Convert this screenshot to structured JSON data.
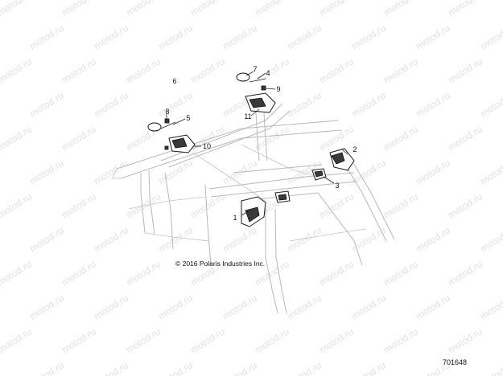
{
  "watermark": {
    "text": "motod.ru",
    "color": "#c9c9c9"
  },
  "callouts": [
    {
      "id": "1",
      "label": "1"
    },
    {
      "id": "2",
      "label": "2"
    },
    {
      "id": "3",
      "label": "3"
    },
    {
      "id": "4",
      "label": "4"
    },
    {
      "id": "5",
      "label": "5"
    },
    {
      "id": "6",
      "label": "6"
    },
    {
      "id": "7",
      "label": "7"
    },
    {
      "id": "8",
      "label": "8"
    },
    {
      "id": "9",
      "label": "9"
    },
    {
      "id": "10",
      "label": "10"
    },
    {
      "id": "11",
      "label": "11"
    }
  ],
  "copyright": "© 2016 Polaris Industries Inc.",
  "diagram_id": "701648"
}
